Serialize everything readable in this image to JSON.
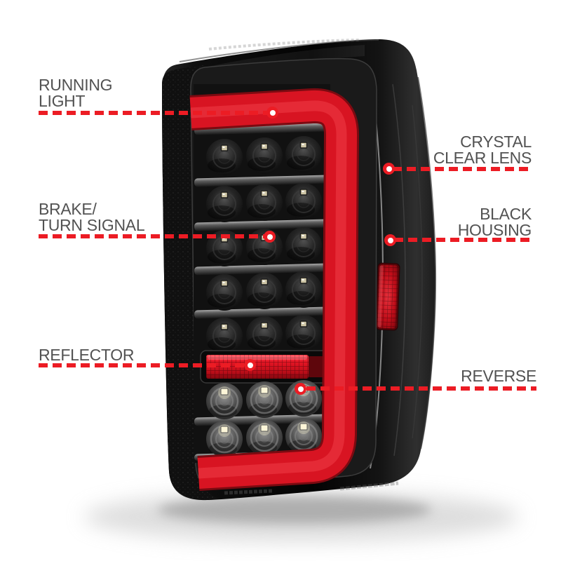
{
  "colors": {
    "background": "#ffffff",
    "accent_red": "#ec1c24",
    "label_text": "#525252",
    "lightbar_red": "#d81422",
    "housing_black": "#0a0a0a"
  },
  "callouts": [
    {
      "id": "running-light",
      "side": "left",
      "lines": [
        "RUNNING",
        "LIGHT"
      ]
    },
    {
      "id": "brake-turn-signal",
      "side": "left",
      "lines": [
        "BRAKE/",
        "TURN SIGNAL"
      ]
    },
    {
      "id": "reflector",
      "side": "left",
      "lines": [
        "REFLECTOR"
      ]
    },
    {
      "id": "crystal-clear-lens",
      "side": "right",
      "lines": [
        "CRYSTAL",
        "CLEAR LENS"
      ]
    },
    {
      "id": "black-housing",
      "side": "right",
      "lines": [
        "BLACK",
        "HOUSING"
      ]
    },
    {
      "id": "reverse",
      "side": "right",
      "lines": [
        "REVERSE"
      ]
    }
  ]
}
